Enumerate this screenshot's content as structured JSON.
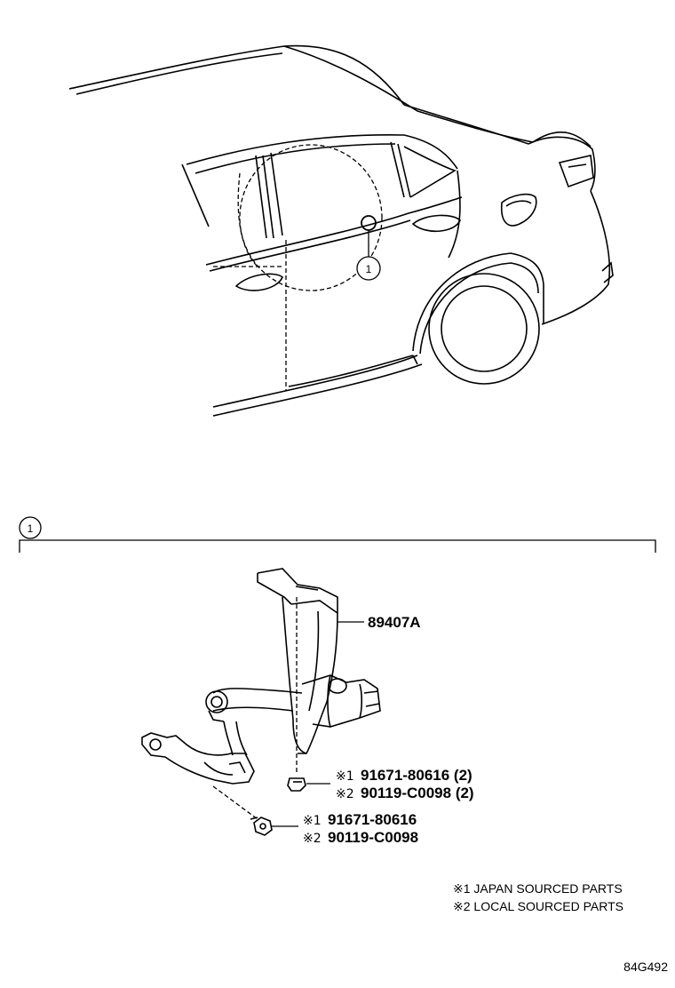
{
  "figure": {
    "key_number": "1",
    "car_callout_number": "1",
    "diagram_code": "84G492"
  },
  "parts": {
    "sensor": {
      "part_number": "89407A"
    },
    "bolt": {
      "japan_marker": "※1",
      "japan_part": "91671-80616 (2)",
      "local_marker": "※2",
      "local_part": "90119-C0098 (2)"
    },
    "nut": {
      "japan_marker": "※1",
      "japan_part": "91671-80616",
      "local_marker": "※2",
      "local_part": "90119-C0098"
    }
  },
  "legend": {
    "japan": "※1 JAPAN SOURCED PARTS",
    "local": "※2 LOCAL SOURCED PARTS"
  }
}
